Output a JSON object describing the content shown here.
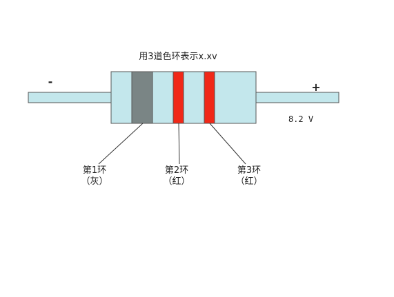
{
  "title": "用3道色环表示x.xv",
  "voltage_label": "8.2 V",
  "minus_sign": "-",
  "plus_sign": "+",
  "colors": {
    "body": "#c3e7ec",
    "lead": "#c3e7ec",
    "outline": "#555555",
    "gray_ring": "#7a8585",
    "red_ring": "#f02818"
  },
  "rings": [
    {
      "label": "第1环",
      "color_name": "（灰）",
      "color": "#7a8585"
    },
    {
      "label": "第2环",
      "color_name": "（红）",
      "color": "#f02818"
    },
    {
      "label": "第3环",
      "color_name": "（红）",
      "color": "#f02818"
    }
  ]
}
